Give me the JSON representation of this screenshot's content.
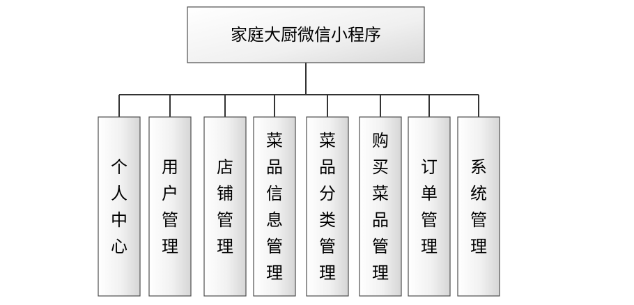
{
  "root": {
    "label": "家庭大厨微信小程序"
  },
  "modules": [
    {
      "label": "个人中心"
    },
    {
      "label": "用户管理"
    },
    {
      "label": "店铺管理"
    },
    {
      "label": "菜品信息管理"
    },
    {
      "label": "菜品分类管理"
    },
    {
      "label": "购买菜品管理"
    },
    {
      "label": "订单管理"
    },
    {
      "label": "系统管理"
    }
  ],
  "colors": {
    "box_fill_light": "#ffffff",
    "box_fill_dark": "#d9d9d9",
    "box_border": "#4d4d4d",
    "connector": "#333333",
    "text": "#000000"
  }
}
